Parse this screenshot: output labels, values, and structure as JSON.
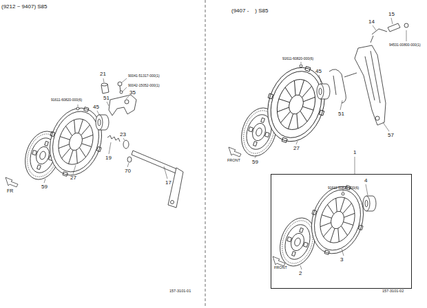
{
  "diagram": {
    "nodes": [
      {
        "text": [
          "1",
          "91611-60820-000(6)",
          "4",
          "3",
          "2",
          "FRONT"
        ]
      }
    ],
    "labels": [
      "(9212 ~ 9407) S85",
      "21",
      "90041-51317-000(1)",
      "90042-15052-000(1)",
      "91611-60820-000(6)",
      "45",
      "51",
      "35",
      "23",
      "19",
      "70",
      "17",
      "27",
      "59",
      "FR",
      "157-3101-01",
      "(9407 -    ) S85",
      "15",
      "14",
      "94531-00800-000(1)",
      "91611-60820-000(6)",
      "45",
      "51",
      "57",
      "27",
      "59",
      "FRONT",
      "157-3101-02"
    ]
  }
}
